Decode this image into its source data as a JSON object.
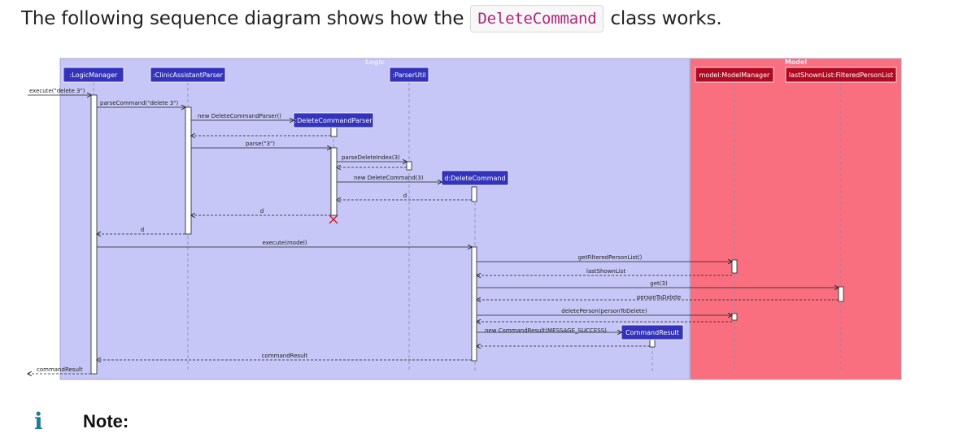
{
  "intro": {
    "before": "The following sequence diagram shows how the",
    "code": "DeleteCommand",
    "after": "class works."
  },
  "note": {
    "icon": "i",
    "label": "Note:"
  },
  "colors": {
    "logic_box": "#c6c6f7",
    "model_box": "#f96f7f",
    "logic_participant": "#3333bb",
    "model_participant": "#b00a22",
    "box_label": "#e9e9ff"
  },
  "diagram": {
    "boxes": [
      {
        "id": "logic",
        "label": "Logic"
      },
      {
        "id": "model",
        "label": "Model"
      }
    ],
    "participants": [
      {
        "id": "lm",
        "label": ":LogicManager"
      },
      {
        "id": "cap",
        "label": ":ClinicAssistantParser"
      },
      {
        "id": "dcp",
        "label": ":DeleteCommandParser"
      },
      {
        "id": "pu",
        "label": ":ParserUtil"
      },
      {
        "id": "dc",
        "label": "d:DeleteCommand"
      },
      {
        "id": "cr",
        "label": "CommandResult"
      },
      {
        "id": "mm",
        "label": "model:ModelManager"
      },
      {
        "id": "fpl",
        "label": "lastShownList:FilteredPersonList"
      }
    ],
    "messages": [
      {
        "label": "execute(\"delete 3\")"
      },
      {
        "label": "parseCommand(\"delete 3\")"
      },
      {
        "label": "new DeleteCommandParser()"
      },
      {
        "label": ""
      },
      {
        "label": "parse(\"3\")"
      },
      {
        "label": "parseDeleteIndex(3)"
      },
      {
        "label": ""
      },
      {
        "label": "new DeleteCommand(3)"
      },
      {
        "label": "d"
      },
      {
        "label": "d"
      },
      {
        "label": "d"
      },
      {
        "label": "execute(model)"
      },
      {
        "label": "getFilteredPersonList()"
      },
      {
        "label": "lastShownList"
      },
      {
        "label": "get(3)"
      },
      {
        "label": "personToDelete"
      },
      {
        "label": "deletePerson(personToDelete)"
      },
      {
        "label": ""
      },
      {
        "label": "new CommandResult(MESSAGE_SUCCESS)"
      },
      {
        "label": ""
      },
      {
        "label": "commandResult"
      },
      {
        "label": "commandResult"
      }
    ]
  }
}
